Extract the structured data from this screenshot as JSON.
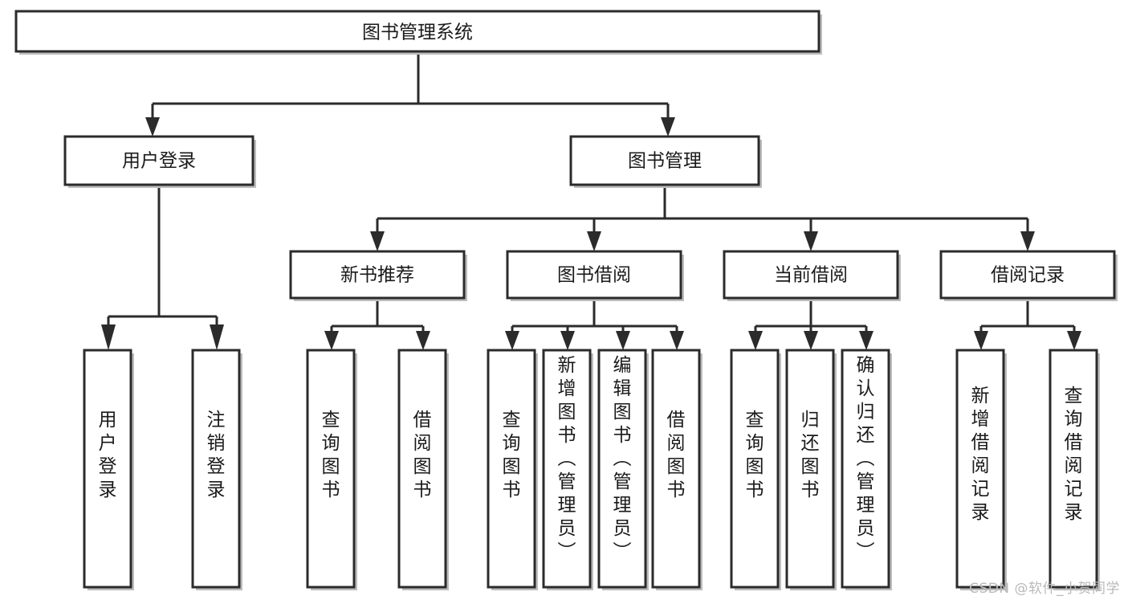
{
  "diagram": {
    "title": "图书管理系统",
    "type": "tree",
    "watermark": "CSDN @软件_小贺同学",
    "colors": {
      "box_fill": "#ffffff",
      "box_stroke": "#2b2b2b",
      "shadow": "#bdbdbd",
      "text": "#1a1a1a",
      "watermark": "#b9b9b9",
      "background": "#ffffff"
    },
    "root": {
      "id": "root",
      "label": "图书管理系统"
    },
    "level1": [
      {
        "id": "user-login",
        "label": "用户登录"
      },
      {
        "id": "book-manage",
        "label": "图书管理"
      }
    ],
    "level2": [
      {
        "id": "new-book-rec",
        "label": "新书推荐",
        "parent": "book-manage"
      },
      {
        "id": "book-borrow",
        "label": "图书借阅",
        "parent": "book-manage"
      },
      {
        "id": "current-borrow",
        "label": "当前借阅",
        "parent": "book-manage"
      },
      {
        "id": "borrow-record",
        "label": "借阅记录",
        "parent": "book-manage"
      }
    ],
    "leaves": {
      "user-login": [
        {
          "id": "leaf-user-login",
          "label": "用户登录"
        },
        {
          "id": "leaf-logout",
          "label": "注销登录"
        }
      ],
      "new-book-rec": [
        {
          "id": "leaf-query-book-1",
          "label": "查询图书"
        },
        {
          "id": "leaf-borrow-book-1",
          "label": "借阅图书"
        }
      ],
      "book-borrow": [
        {
          "id": "leaf-query-book-2",
          "label": "查询图书"
        },
        {
          "id": "leaf-add-book",
          "label": "新增图书（管理员）"
        },
        {
          "id": "leaf-edit-book",
          "label": "编辑图书（管理员）"
        },
        {
          "id": "leaf-borrow-book-2",
          "label": "借阅图书"
        }
      ],
      "current-borrow": [
        {
          "id": "leaf-query-book-3",
          "label": "查询图书"
        },
        {
          "id": "leaf-return-book",
          "label": "归还图书"
        },
        {
          "id": "leaf-confirm-return",
          "label": "确认归还（管理员）"
        }
      ],
      "borrow-record": [
        {
          "id": "leaf-add-record",
          "label": "新增借阅记录"
        },
        {
          "id": "leaf-query-record",
          "label": "查询借阅记录"
        }
      ]
    }
  }
}
